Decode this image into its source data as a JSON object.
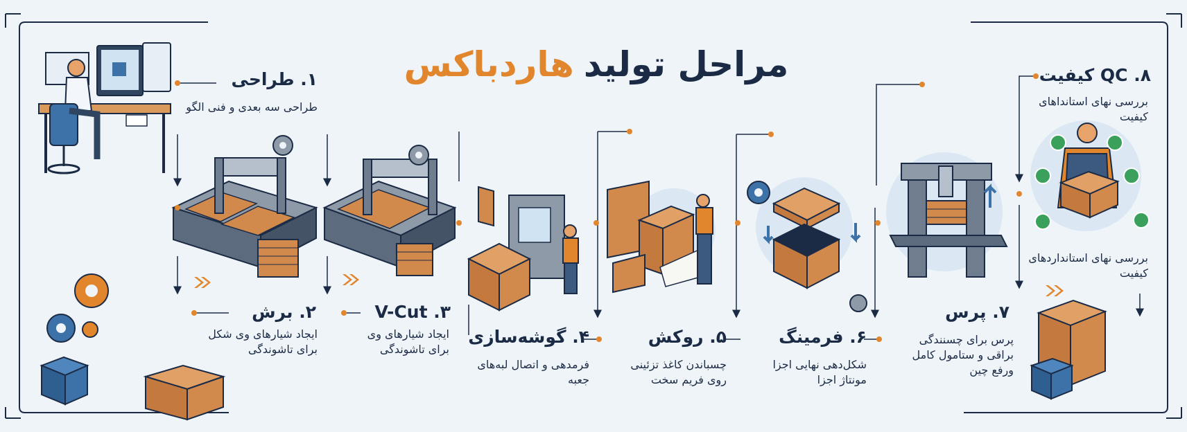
{
  "title": {
    "part1": "مراحل تولید",
    "part2": "هاردباکس"
  },
  "colors": {
    "accent": "#e2862e",
    "navy": "#1c2b45",
    "blue": "#3c72a8",
    "steel": "#6f7d8e",
    "cardboard": "#d28a4c",
    "check": "#3aa05b",
    "background": "#eef4f8"
  },
  "steps": [
    {
      "title": "۱. طراحی",
      "desc": [
        "طراحی سه بعدی و فنی الگو"
      ],
      "icon": "designer-at-computer-icon"
    },
    {
      "title": "۲. برش",
      "desc": [
        "ایجاد شیارهای وی شکل",
        "برای تاشوندگی"
      ],
      "icon": "cnc-cutting-machine-icon"
    },
    {
      "title": "۳. V-Cut",
      "desc": [
        "ایجاد شیارهای وی",
        "برای تاشوندگی"
      ],
      "icon": "v-groove-machine-icon"
    },
    {
      "title": "۴. گوشه‌سازی",
      "desc": [
        "فرمدهی و اتصال لبه‌های",
        "جعبه"
      ],
      "icon": "corner-forming-machine-icon"
    },
    {
      "title": "۵. روکش",
      "desc": [
        "چسباندن کاغذ تزئینی",
        "روی فریم سخت"
      ],
      "icon": "wrapping-worker-icon"
    },
    {
      "title": "۶. فرمینگ",
      "desc": [
        "شکل‌دهی نهایی اجزا",
        "مونتاژ اجزا"
      ],
      "icon": "box-forming-icon"
    },
    {
      "title": "۷. پرس",
      "desc": [
        "پرس برای چسنندگی",
        "براقی و ستامول      کامل",
        "ورفع چین"
      ],
      "icon": "press-machine-icon"
    },
    {
      "title": "۸. QC کیفیت",
      "desc": [
        "بررسی نهای استانداهای",
        "کیفیت"
      ],
      "icon": "quality-inspector-icon"
    }
  ],
  "qc_note": [
    "بررسی نهای استانداردهای",
    "کیفیت"
  ]
}
